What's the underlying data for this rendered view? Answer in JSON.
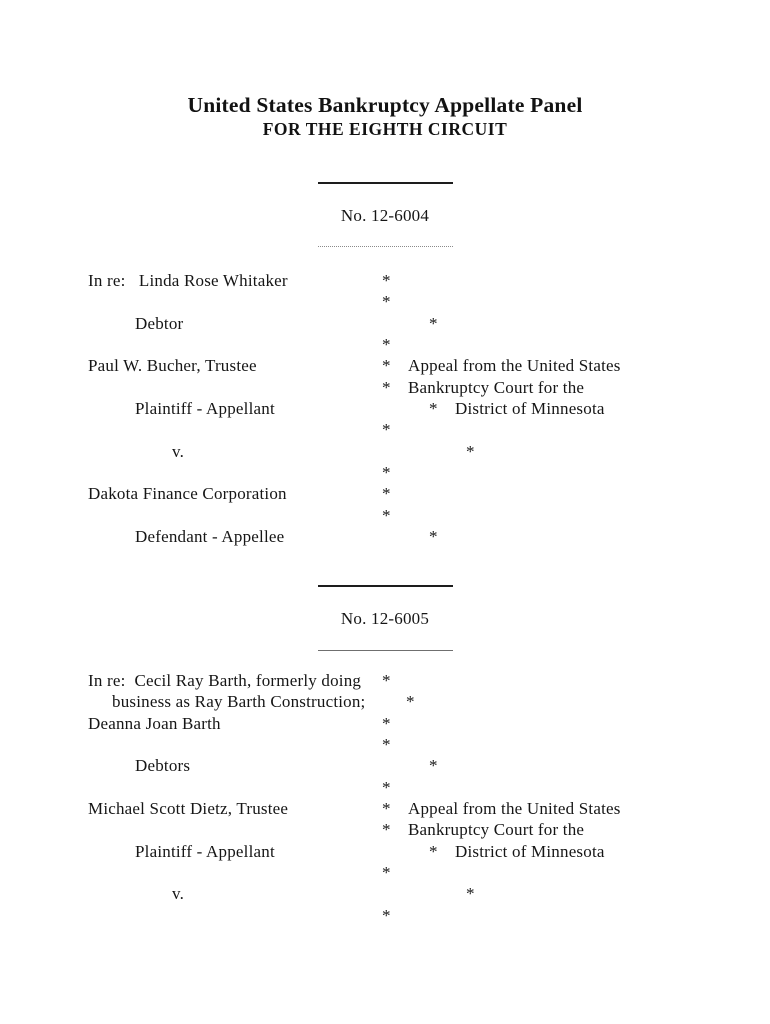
{
  "page": {
    "background": "#ffffff",
    "text_color": "#161616"
  },
  "header": {
    "title": "United States Bankruptcy Appellate Panel",
    "subtitle": "FOR THE EIGHTH CIRCUIT"
  },
  "cases": [
    {
      "number": "No. 12-6004",
      "rows": [
        {
          "left": "In re:   Linda Rose Whitaker",
          "star": "*",
          "right": ""
        },
        {
          "left": "",
          "star": "*",
          "right": ""
        },
        {
          "left": "Debtor",
          "star": "*",
          "right": ""
        },
        {
          "left": "",
          "star": "*",
          "right": ""
        },
        {
          "left": "Paul W. Bucher, Trustee",
          "star": "*",
          "right": "Appeal from the United States"
        },
        {
          "left": "",
          "star": "*",
          "right": "Bankruptcy Court for the"
        },
        {
          "left": "Plaintiff - Appellant",
          "star": "*",
          "right": "District of Minnesota"
        },
        {
          "left": "",
          "star": "*",
          "right": ""
        },
        {
          "left": "v.",
          "star": "*",
          "right": ""
        },
        {
          "left": "",
          "star": "*",
          "right": ""
        },
        {
          "left": "Dakota Finance Corporation",
          "star": "*",
          "right": ""
        },
        {
          "left": "",
          "star": "*",
          "right": ""
        },
        {
          "left": "Defendant - Appellee",
          "star": "*",
          "right": ""
        }
      ]
    },
    {
      "number": "No. 12-6005",
      "rows": [
        {
          "left": "In re:  Cecil Ray Barth, formerly doing",
          "star": "*",
          "right": ""
        },
        {
          "left": "business as Ray Barth Construction;",
          "star": "*",
          "right": ""
        },
        {
          "left": "Deanna Joan Barth",
          "star": "*",
          "right": ""
        },
        {
          "left": "",
          "star": "*",
          "right": ""
        },
        {
          "left": "Debtors",
          "star": "*",
          "right": ""
        },
        {
          "left": "",
          "star": "*",
          "right": ""
        },
        {
          "left": "Michael Scott Dietz, Trustee",
          "star": "*",
          "right": "Appeal from the United States"
        },
        {
          "left": "",
          "star": "*",
          "right": "Bankruptcy Court for the"
        },
        {
          "left": "Plaintiff - Appellant",
          "star": "*",
          "right": "District of Minnesota"
        },
        {
          "left": "",
          "star": "*",
          "right": ""
        },
        {
          "left": "v.",
          "star": "*",
          "right": ""
        },
        {
          "left": "",
          "star": "*",
          "right": ""
        }
      ]
    }
  ]
}
